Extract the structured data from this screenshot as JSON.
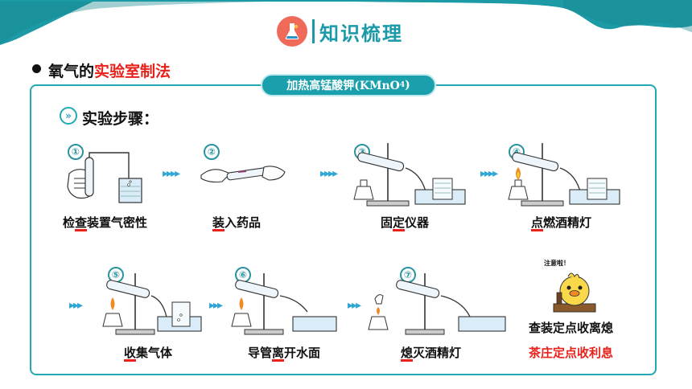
{
  "header": {
    "title": "知识梳理"
  },
  "section": {
    "prefix": "氧气的",
    "highlight": "实验室制法"
  },
  "frame_tab": {
    "label_main": "加热高锰酸钾(KMnO",
    "label_sub": "4",
    "label_end": ")"
  },
  "steps_label": "实验步骤：",
  "steps": [
    {
      "num": "①",
      "pre": "检",
      "ul": "查",
      "post": "装置气密性"
    },
    {
      "num": "②",
      "pre": "",
      "ul": "装",
      "post": "入药品"
    },
    {
      "num": "③",
      "pre": "固",
      "ul": "定",
      "post": "仪器"
    },
    {
      "num": "④",
      "pre": "",
      "ul": "点",
      "post": "燃酒精灯"
    },
    {
      "num": "⑤",
      "pre": "",
      "ul": "收",
      "post": "集气体"
    },
    {
      "num": "⑥",
      "pre": "导管",
      "ul": "离",
      "post": "开水面"
    },
    {
      "num": "⑦",
      "pre": "",
      "ul": "熄",
      "post": "灭酒精灯"
    }
  ],
  "mnemonic": {
    "line1": "查装定点收离熄",
    "line2": "茶庄定点收利息",
    "line2_color": "#e8211b"
  },
  "mascot_note": "注意啦！",
  "colors": {
    "teal": "#22a9b3",
    "red": "#e8211b",
    "arrow": "#2fa6d6"
  }
}
